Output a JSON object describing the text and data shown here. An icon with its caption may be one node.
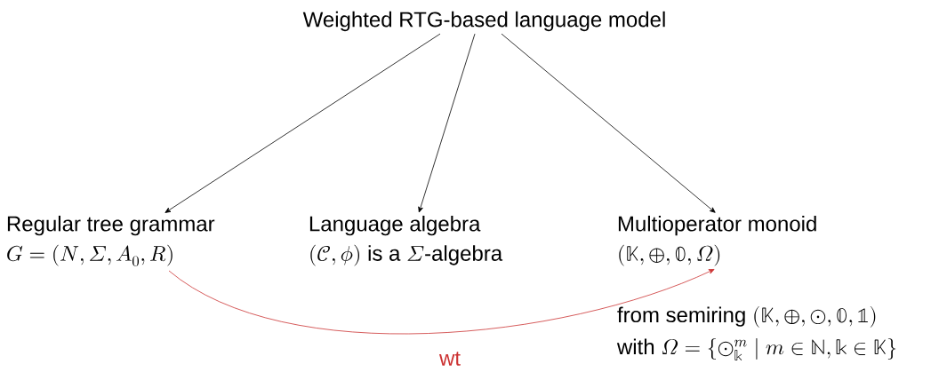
{
  "diagram": {
    "nodes": [
      {
        "text": [
          "Weighted RTG-based language model"
        ]
      },
      {
        "text": [
          "Regular tree grammar",
          "G = (N, \\Sigma, A_0, R)"
        ]
      },
      {
        "text": [
          "Language algebra",
          "(\\mathcal{C}, \\phi)\\text{ is a }\\Sigma\\text{-algebra}"
        ]
      },
      {
        "text": [
          "Multioperator monoid",
          "(\\mathbb{K}, \\oplus, \\mathbb{0}, \\Omega)"
        ],
        "beside": [
          "\\text{from semiring }(\\mathbb{K}, \\oplus, \\odot, \\mathbb{0}, \\mathbb{1})",
          "\\text{with }\\Omega = \\{\\odot^m_{\\mathbb{k}} \\mid m \\in \\mathbb{N}, \\mathbb{k} \\in \\mathbb{K}\\}"
        ]
      }
    ],
    "edges": [
      {
        "from": 0,
        "to": 1,
        "arrow": "to"
      },
      {
        "from": 0,
        "to": 2,
        "arrow": "to"
      },
      {
        "from": 0,
        "to": 3,
        "arrow": "to"
      },
      {
        "from": 1,
        "to": 3,
        "arrow": "to",
        "label": "wt",
        "color": "#cc3333"
      }
    ]
  }
}
